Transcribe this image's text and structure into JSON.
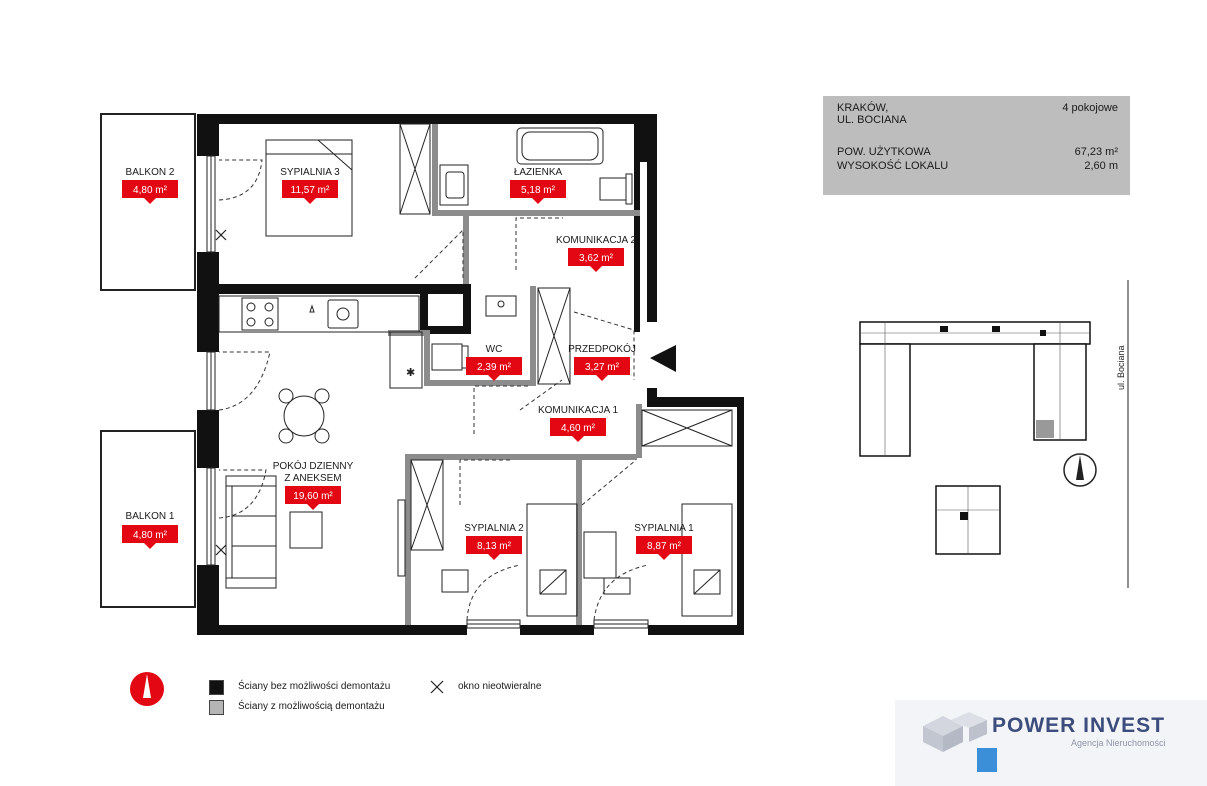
{
  "info": {
    "city": "KRAKÓW,",
    "street": "UL. BOCIANA",
    "rooms_type": "4 pokojowe",
    "area_label": "POW. UŻYTKOWA",
    "area_value": "67,23 m²",
    "height_label": "WYSOKOŚĆ LOKALU",
    "height_value": "2,60 m"
  },
  "rooms": {
    "balkon2": {
      "name": "BALKON 2",
      "area": "4,80 m²"
    },
    "sypialnia3": {
      "name": "SYPIALNIA 3",
      "area": "11,57 m²"
    },
    "lazienka": {
      "name": "ŁAZIENKA",
      "area": "5,18 m²"
    },
    "komunikacja2": {
      "name": "KOMUNIKACJA 2",
      "area": "3,62 m²"
    },
    "wc": {
      "name": "WC",
      "area": "2,39 m²"
    },
    "przedpokoj": {
      "name": "PRZEDPOKÓJ",
      "area": "3,27 m²"
    },
    "komunikacja1": {
      "name": "KOMUNIKACJA 1",
      "area": "4,60 m²"
    },
    "pokoj_line1": "POKÓJ DZIENNY",
    "pokoj_line2": "Z ANEKSEM",
    "pokoj_area": "19,60 m²",
    "balkon1": {
      "name": "BALKON 1",
      "area": "4,80 m²"
    },
    "sypialnia2": {
      "name": "SYPIALNIA 2",
      "area": "8,13 m²"
    },
    "sypialnia1": {
      "name": "SYPIALNIA 1",
      "area": "8,87 m²"
    }
  },
  "legend": {
    "solid_walls": "Ściany bez możliwości demontażu",
    "removable_walls": "Ściany z możliwością demontażu",
    "fixed_window": "okno nieotwieralne"
  },
  "site": {
    "street_label": "ul. Bociana"
  },
  "logo": {
    "title": "POWER INVEST",
    "subtitle": "Agencja Nieruchomości"
  },
  "colors": {
    "accent_red": "#e30613",
    "wall": "#111111",
    "removable_wall": "#b5b5b5",
    "info_bg": "#bdbdbd"
  }
}
